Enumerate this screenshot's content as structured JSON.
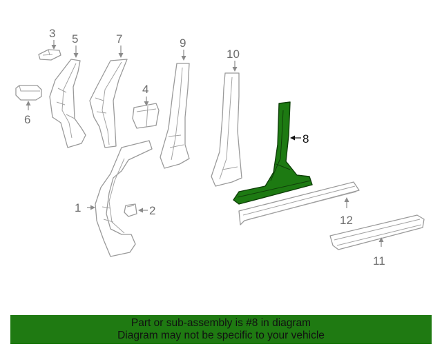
{
  "diagram": {
    "callouts": {
      "c1": "1",
      "c2": "2",
      "c3": "3",
      "c4": "4",
      "c5": "5",
      "c6": "6",
      "c7": "7",
      "c8": "8",
      "c9": "9",
      "c10": "10",
      "c11": "11",
      "c12": "12"
    },
    "highlighted_part": "8",
    "colors": {
      "highlight": "#1d7a12",
      "banner": "#1f7a12",
      "outline": "#9a9a9a"
    }
  },
  "banner": {
    "line1": "Part or sub-assembly is #8 in diagram",
    "line2": "Diagram may not be specific to your vehicle"
  }
}
